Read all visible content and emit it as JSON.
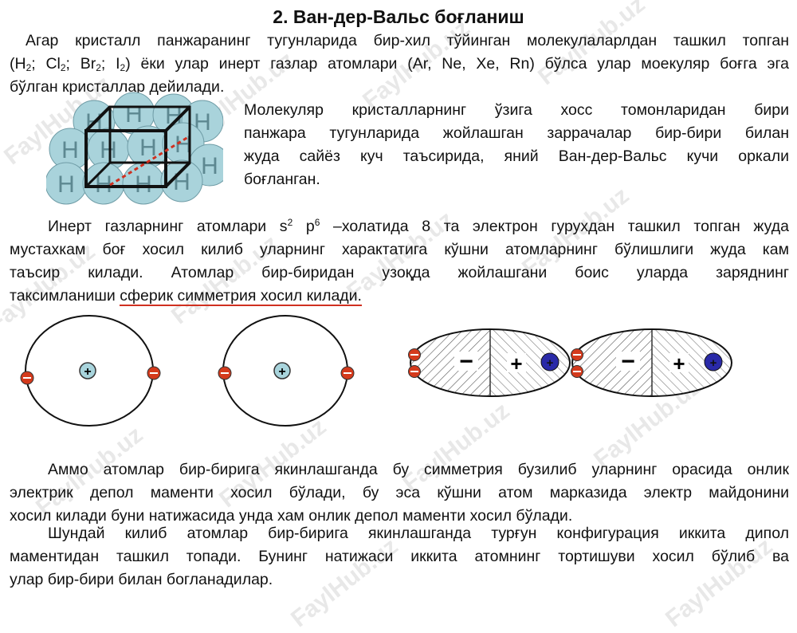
{
  "title": "2. Ван-дер-Вальс боғланиш",
  "para1": {
    "line1": "Агар кристалл панжаранинг тугунларида бир-хил тўйинган молекулаларлдан ташкил топган",
    "line2_pre": "(H",
    "line2_sub1": "2",
    "line2_a": "; Cl",
    "line2_sub2": "2",
    "line2_b": "; Br",
    "line2_sub3": "2",
    "line2_c": "; I",
    "line2_sub4": "2",
    "line2_post": ") ёки улар инерт газлар атомлари (Ar, Ne, Xe, Rn) бўлса улар моекуляр боғга эга",
    "line3": "бўлган кристаллар дейилади."
  },
  "para2": {
    "line1": "Молекуляр кристалларнинг ўзига хосс томонларидан бири",
    "line2": "панжара тугунларида жойлашган заррачалар бир-бири билан",
    "line3": "жуда сайёз куч таъсирида, яний Ван-дер-Вальс кучи оркали",
    "line4": "боғланган."
  },
  "para3": {
    "line1_pre": "Инерт газларнинг атомлари s",
    "sup1": "2",
    "line1_mid": " p",
    "sup2": "6",
    "line1_post": " –холатида 8 та электрон гурухдан ташкил топган жуда",
    "line2": "мустахкам боғ хосил килиб уларнинг характатига кўшни атомларнинг бўлишлиги жуда кам",
    "line3": "таъсир килади. Атомлар бир-биридан узоқда жойлашгани боис уларда заряднинг",
    "line4_pre": "таксимланиши ",
    "line4_ul": "сферик симметрия хосил килади. "
  },
  "para4": {
    "line1": "Аммо атомлар бир-бирига якинлашганда бу симметрия бузилиб уларнинг орасида онлик",
    "line2": "электрик депол маменти хосил бўлади, бу эса кўшни атом марказида электр майдонини",
    "line3": "хосил килади буни натижасида унда хам онлик депол маменти хосил бўлади."
  },
  "para5": {
    "line1": "Шундай килиб атомлар бир-бирига якинлашганда турғун конфигурация иккита дипол",
    "line2": "маментидан ташкил топади. Бунинг натижаси иккита атомнинг тортишуви хосил бўлиб ва",
    "line3": "улар бир-бири билан богланадилар."
  },
  "diagram": {
    "plus": "+",
    "minus": "−",
    "crystal_letter": "Н"
  },
  "watermark": "FaylHub.uz",
  "colors": {
    "electron": "#d43a1c",
    "nucleus": "#a8d4dc",
    "dipole_plus": "#2a2aa8",
    "crystal_sphere": "#a9d3db",
    "accent_red": "#d03020"
  }
}
